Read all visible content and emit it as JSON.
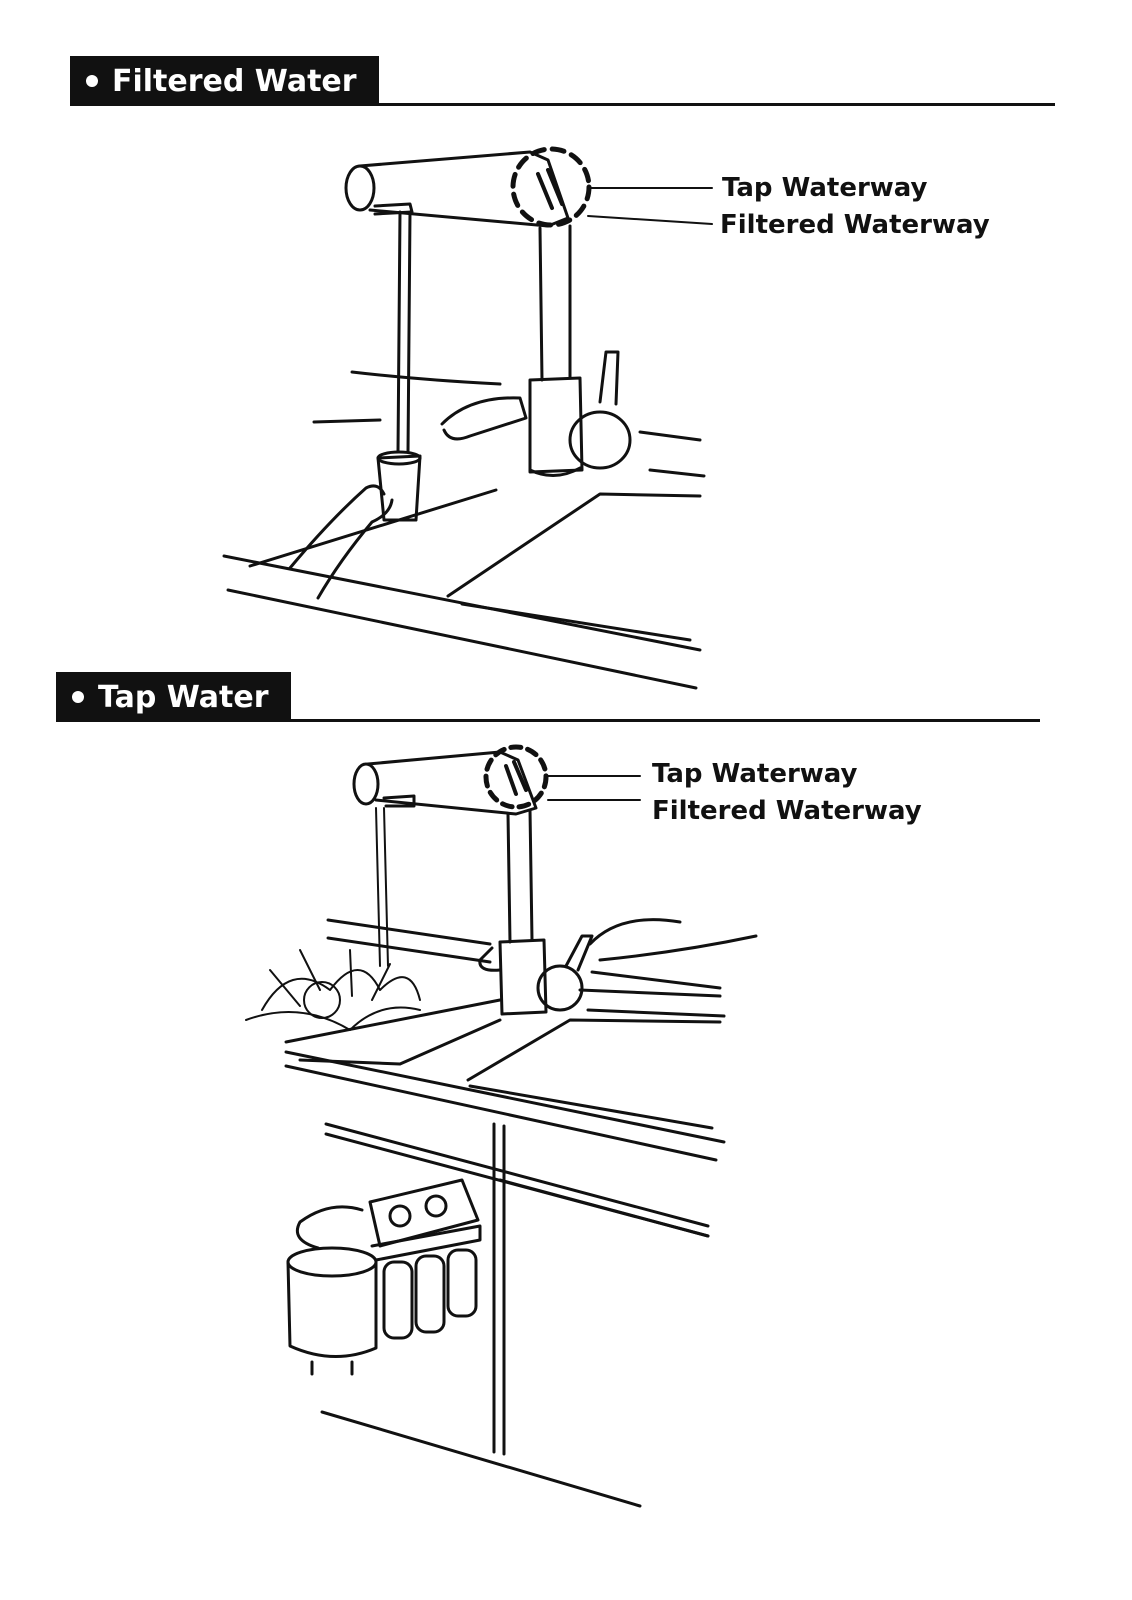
{
  "sections": [
    {
      "id": "filtered",
      "title": "Filtered Water",
      "callouts": {
        "top": "Tap Waterway",
        "bottom": "Filtered Waterway"
      }
    },
    {
      "id": "tap",
      "title": "Tap Water",
      "callouts": {
        "top": "Tap Waterway",
        "bottom": "Filtered Waterway"
      }
    }
  ],
  "colors": {
    "ink": "#111111",
    "paper": "#ffffff"
  }
}
